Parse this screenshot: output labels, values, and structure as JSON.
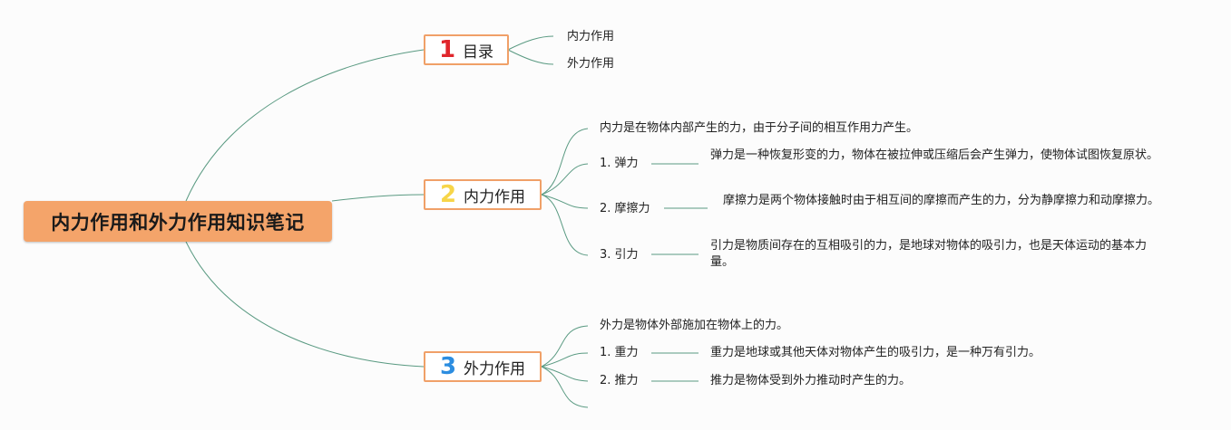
{
  "root": {
    "title": "内力作用和外力作用知识笔记"
  },
  "branches": [
    {
      "number": "1",
      "label": "目录",
      "items": [
        "内力作用",
        "外力作用"
      ]
    },
    {
      "number": "2",
      "label": "内力作用",
      "intro": "内力是在物体内部产生的力，由于分子间的相互作用力产生。",
      "items": [
        {
          "label": "1. 弹力",
          "detail": "弹力是一种恢复形变的力，物体在被拉伸或压缩后会产生弹力，使物体试图恢复原状。"
        },
        {
          "label": "2. 摩擦力",
          "detail": "摩擦力是两个物体接触时由于相互间的摩擦而产生的力，分为静摩擦力和动摩擦力。"
        },
        {
          "label": "3. 引力",
          "detail": "引力是物质间存在的互相吸引的力，是地球对物体的吸引力，也是天体运动的基本力量。"
        }
      ]
    },
    {
      "number": "3",
      "label": "外力作用",
      "intro": "外力是物体外部施加在物体上的力。",
      "items": [
        {
          "label": "1. 重力",
          "detail": "重力是地球或其他天体对物体产生的吸引力，是一种万有引力。"
        },
        {
          "label": "2. 推力",
          "detail": "推力是物体受到外力推动时产生的力。"
        }
      ]
    }
  ],
  "colors": {
    "root_fill": "#f4a46a",
    "branch_border": "#f0a068",
    "link": "#5a9a82"
  }
}
